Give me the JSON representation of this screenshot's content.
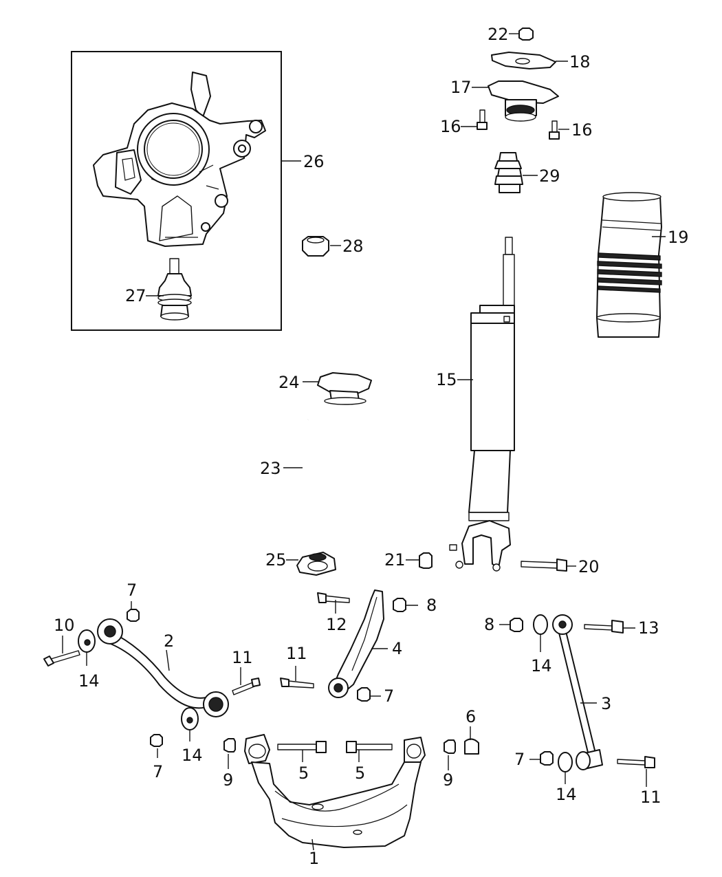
{
  "labels": {
    "l1": "1",
    "l2": "2",
    "l3": "3",
    "l4": "4",
    "l5a": "5",
    "l5b": "5",
    "l6": "6",
    "l7a": "7",
    "l7b": "7",
    "l7c": "7",
    "l7d": "7",
    "l8a": "8",
    "l8b": "8",
    "l9a": "9",
    "l9b": "9",
    "l10": "10",
    "l11a": "11",
    "l11b": "11",
    "l11c": "11",
    "l12": "12",
    "l13": "13",
    "l14a": "14",
    "l14b": "14",
    "l14c": "14",
    "l14d": "14",
    "l15": "15",
    "l16a": "16",
    "l16b": "16",
    "l17": "17",
    "l18": "18",
    "l19": "19",
    "l20": "20",
    "l21": "21",
    "l22": "22",
    "l23": "23",
    "l24": "24",
    "l25": "25",
    "l26": "26",
    "l27": "27",
    "l28": "28",
    "l29": "29"
  }
}
